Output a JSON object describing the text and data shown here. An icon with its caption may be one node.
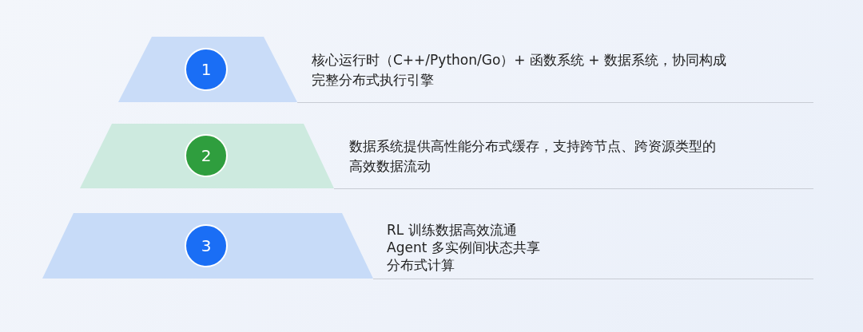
{
  "diagram": {
    "nodes": [
      {
        "text": [],
        "shape": "trapezoid"
      },
      {
        "text": [
          "1"
        ],
        "in": 0
      },
      {
        "text": [],
        "shape": "trapezoid"
      },
      {
        "text": [
          "2"
        ],
        "in": 2
      },
      {
        "text": [],
        "shape": "trapezoid"
      },
      {
        "text": [
          "3"
        ],
        "in": 4
      }
    ],
    "labels": [
      "核心运行时（C++/Python/Go）+ 函数系统 + 数据系统，协同构成完整分布式执行引擎",
      "数据系统提供高性能分布式缓存，支持跨节点、跨资源类型的高效数据流动",
      "RL 训练数据高效流通",
      "Agent 多实例间状态共享",
      "分布式计算"
    ]
  }
}
